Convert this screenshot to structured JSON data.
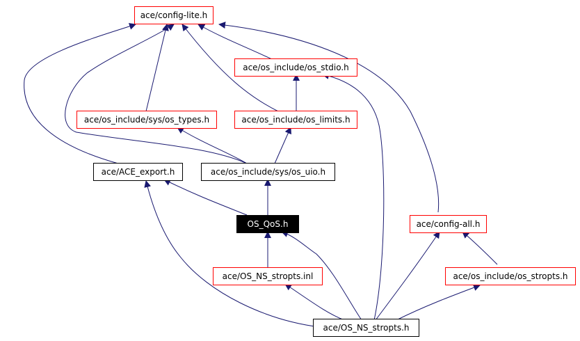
{
  "graph": {
    "edge_color": "#191970",
    "colors": {
      "external_border": "#ff0000",
      "local_border": "#000000",
      "current_fill": "#000000",
      "current_text": "#ffffff"
    },
    "nodes": {
      "config_lite": "ace/config-lite.h",
      "os_stdio": "ace/os_include/os_stdio.h",
      "sys_os_types": "ace/os_include/sys/os_types.h",
      "os_limits": "ace/os_include/os_limits.h",
      "ace_export": "ace/ACE_export.h",
      "sys_os_uio": "ace/os_include/sys/os_uio.h",
      "os_qos": "OS_QoS.h",
      "config_all": "ace/config-all.h",
      "os_ns_stropts_inl": "ace/OS_NS_stropts.inl",
      "os_include_os_stropts": "ace/os_include/os_stropts.h",
      "os_ns_stropts_h": "ace/OS_NS_stropts.h"
    }
  }
}
